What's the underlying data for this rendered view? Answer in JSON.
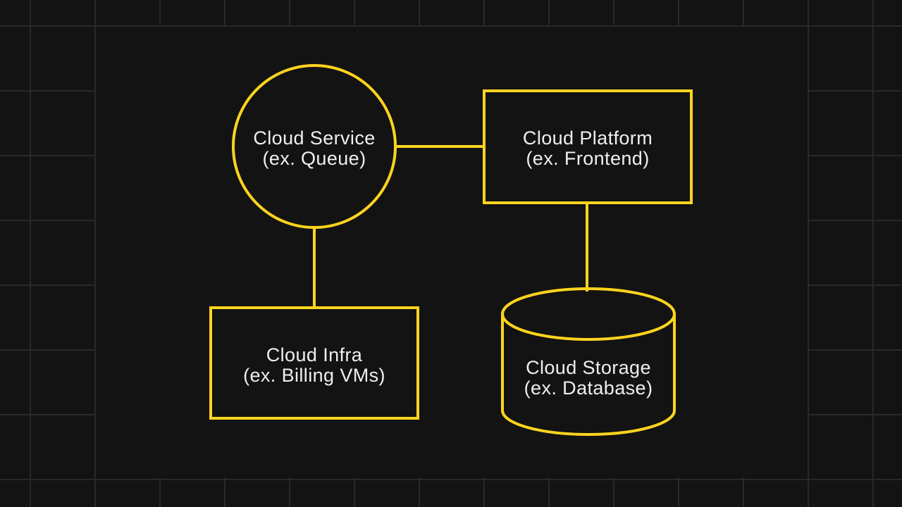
{
  "colors": {
    "accent": "#FFD41E",
    "panel_background": "#131313",
    "grid_line": "#292929",
    "text": "#EFEFEF"
  },
  "diagram": {
    "nodes": [
      {
        "id": "cloud-service",
        "shape": "circle",
        "title": "Cloud Service",
        "subtitle": "(ex. Queue)"
      },
      {
        "id": "cloud-platform",
        "shape": "rectangle",
        "title": "Cloud Platform",
        "subtitle": "(ex. Frontend)"
      },
      {
        "id": "cloud-infra",
        "shape": "rectangle",
        "title": "Cloud Infra",
        "subtitle": "(ex. Billing VMs)"
      },
      {
        "id": "cloud-storage",
        "shape": "cylinder",
        "title": "Cloud Storage",
        "subtitle": "(ex. Database)"
      }
    ],
    "edges": [
      {
        "from": "cloud-service",
        "to": "cloud-platform"
      },
      {
        "from": "cloud-service",
        "to": "cloud-infra"
      },
      {
        "from": "cloud-platform",
        "to": "cloud-storage"
      }
    ]
  }
}
